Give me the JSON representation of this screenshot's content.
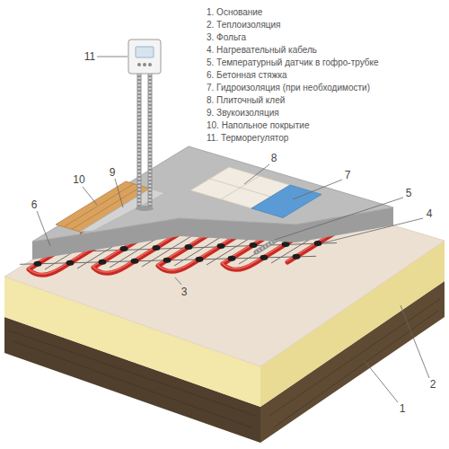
{
  "diagram": {
    "labels": [
      "1. Основание",
      "2. Теплоизоляция",
      "3. Фольга",
      "4. Нагревательный кабель",
      "5. Температурный датчик в гофро-трубке",
      "6. Бетонная стяжка",
      "7. Гидроизоляция (при необходимости)",
      "8. Плиточный клей",
      "9. Звукоизоляция",
      "10. Напольное покрытие",
      "11. Терморегулятор",
      "11",
      "10",
      "9",
      "8",
      "7",
      "6",
      "5",
      "4",
      "3",
      "2",
      "1"
    ]
  }
}
